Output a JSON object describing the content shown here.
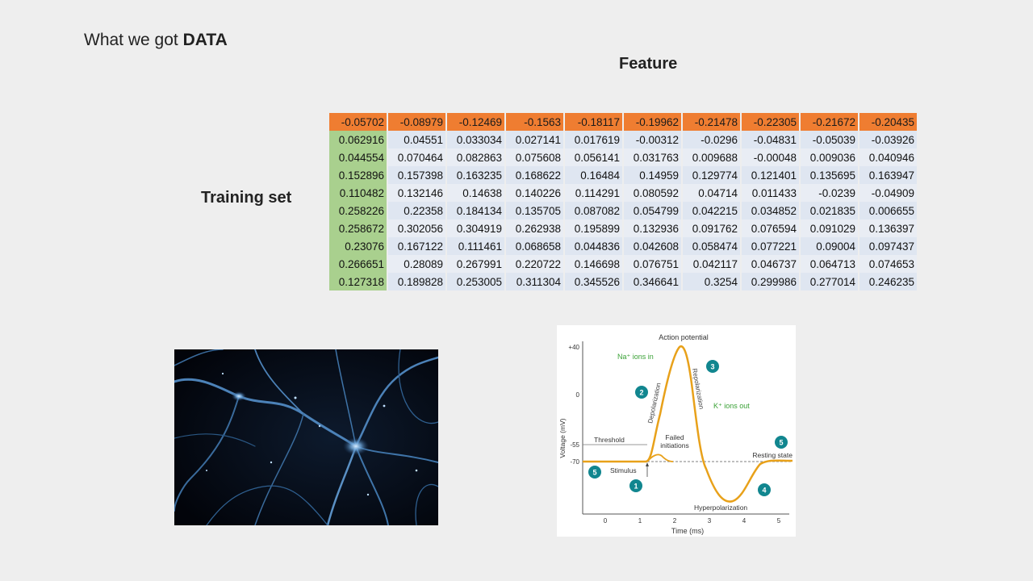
{
  "slide": {
    "title_prefix": "What we got",
    "title_emphasis": "DATA",
    "feature_label": "Feature",
    "training_label": "Training set"
  },
  "table": {
    "header": [
      "-0.05702",
      "-0.08979",
      "-0.12469",
      "-0.1563",
      "-0.18117",
      "-0.19962",
      "-0.21478",
      "-0.22305",
      "-0.21672",
      "-0.20435"
    ],
    "rows": [
      [
        "0.062916",
        "0.04551",
        "0.033034",
        "0.027141",
        "0.017619",
        "-0.00312",
        "-0.0296",
        "-0.04831",
        "-0.05039",
        "-0.03926"
      ],
      [
        "0.044554",
        "0.070464",
        "0.082863",
        "0.075608",
        "0.056141",
        "0.031763",
        "0.009688",
        "-0.00048",
        "0.009036",
        "0.040946"
      ],
      [
        "0.152896",
        "0.157398",
        "0.163235",
        "0.168622",
        "0.16484",
        "0.14959",
        "0.129774",
        "0.121401",
        "0.135695",
        "0.163947"
      ],
      [
        "0.110482",
        "0.132146",
        "0.14638",
        "0.140226",
        "0.114291",
        "0.080592",
        "0.04714",
        "0.011433",
        "-0.0239",
        "-0.04909"
      ],
      [
        "0.258226",
        "0.22358",
        "0.184134",
        "0.135705",
        "0.087082",
        "0.054799",
        "0.042215",
        "0.034852",
        "0.021835",
        "0.006655"
      ],
      [
        "0.258672",
        "0.302056",
        "0.304919",
        "0.262938",
        "0.195899",
        "0.132936",
        "0.091762",
        "0.076594",
        "0.091029",
        "0.136397"
      ],
      [
        "0.23076",
        "0.167122",
        "0.111461",
        "0.068658",
        "0.044836",
        "0.042608",
        "0.058474",
        "0.077221",
        "0.09004",
        "0.097437"
      ],
      [
        "0.266651",
        "0.28089",
        "0.267991",
        "0.220722",
        "0.146698",
        "0.076751",
        "0.042117",
        "0.046737",
        "0.064713",
        "0.074653"
      ],
      [
        "0.127318",
        "0.189828",
        "0.253005",
        "0.311304",
        "0.345526",
        "0.346641",
        "0.3254",
        "0.299986",
        "0.277014",
        "0.246235"
      ]
    ]
  },
  "diagram": {
    "title": "Action potential",
    "ylabel": "Voltage (mV)",
    "xlabel": "Time (ms)",
    "yticks": [
      "+40",
      "0",
      "-55",
      "-70"
    ],
    "xticks": [
      "0",
      "1",
      "2",
      "3",
      "4",
      "5"
    ],
    "labels": {
      "na_in": "Na⁺ ions in",
      "k_out": "K⁺ ions out",
      "depolarization": "Depolarization",
      "repolarization": "Repolarization",
      "threshold": "Threshold",
      "failed": "Failed",
      "initiations": "initiations",
      "resting": "Resting state",
      "stimulus": "Stimulus",
      "hyperpolarization": "Hyperpolarization"
    },
    "steps": [
      "1",
      "2",
      "3",
      "4",
      "5",
      "5"
    ],
    "colors": {
      "curve": "#e8a11a",
      "badge": "#11868f",
      "ion_text": "#3aa136"
    }
  }
}
